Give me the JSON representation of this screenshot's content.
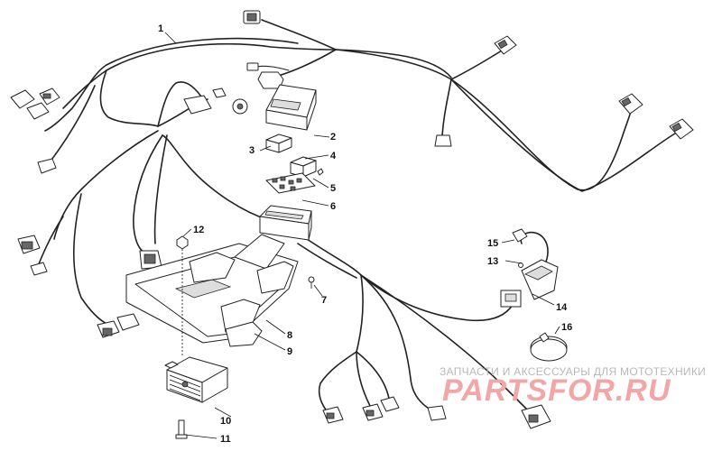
{
  "callouts": [
    {
      "num": "1"
    },
    {
      "num": "2"
    },
    {
      "num": "3"
    },
    {
      "num": "4"
    },
    {
      "num": "5"
    },
    {
      "num": "6"
    },
    {
      "num": "7"
    },
    {
      "num": "8"
    },
    {
      "num": "9"
    },
    {
      "num": "10"
    },
    {
      "num": "11"
    },
    {
      "num": "12"
    },
    {
      "num": "13"
    },
    {
      "num": "14"
    },
    {
      "num": "15"
    },
    {
      "num": "16"
    }
  ],
  "watermark": {
    "subtitle": "ЗАПЧАСТИ И АКСЕССУАРЫ ДЛЯ МОТОТЕХНИКИ",
    "brand": "PARTSFOR.RU"
  }
}
